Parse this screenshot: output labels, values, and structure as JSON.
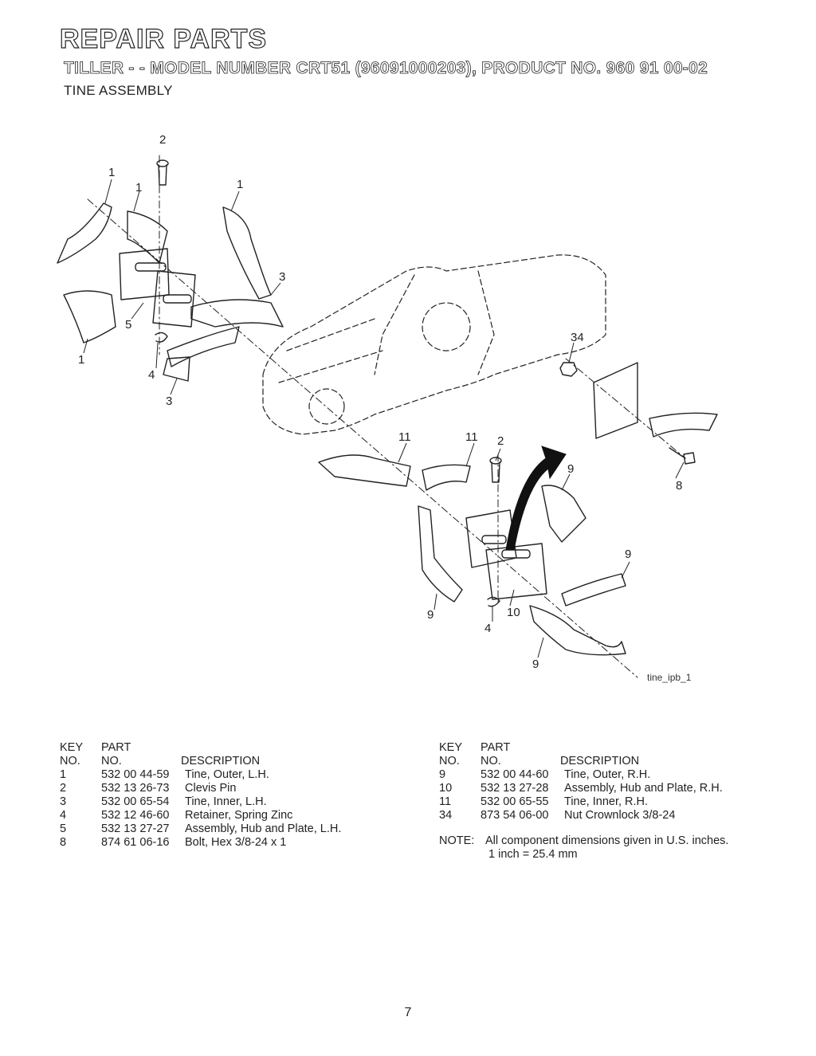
{
  "header": {
    "title": "REPAIR PARTS",
    "subtitle": "TILLER - - MODEL NUMBER CRT51 (96091000203), PRODUCT NO. 960 91 00-02",
    "section": "TINE ASSEMBLY"
  },
  "diagram": {
    "figure_id": "tine_ipb_1",
    "callouts": [
      "2",
      "1",
      "1",
      "1",
      "3",
      "5",
      "1",
      "4",
      "3",
      "34",
      "8",
      "11",
      "11",
      "2",
      "9",
      "9",
      "9",
      "10",
      "4",
      "9"
    ]
  },
  "table_headers": {
    "key_line1": "KEY",
    "part_line1": "PART",
    "key_line2": "NO.",
    "part_line2": "NO.",
    "description": "DESCRIPTION"
  },
  "parts_left": [
    {
      "key": "1",
      "part": "532 00 44-59",
      "description": "Tine, Outer, L.H."
    },
    {
      "key": "2",
      "part": "532 13 26-73",
      "description": "Clevis Pin"
    },
    {
      "key": "3",
      "part": "532 00 65-54",
      "description": "Tine, Inner, L.H."
    },
    {
      "key": "4",
      "part": "532 12 46-60",
      "description": "Retainer, Spring Zinc"
    },
    {
      "key": "5",
      "part": "532 13 27-27",
      "description": "Assembly, Hub and Plate, L.H."
    },
    {
      "key": "8",
      "part": "874 61 06-16",
      "description": "Bolt, Hex 3/8-24 x 1"
    }
  ],
  "parts_right": [
    {
      "key": "9",
      "part": "532 00 44-60",
      "description": "Tine, Outer, R.H."
    },
    {
      "key": "10",
      "part": "532 13 27-28",
      "description": "Assembly, Hub and Plate, R.H."
    },
    {
      "key": "11",
      "part": "532 00 65-55",
      "description": "Tine, Inner, R.H."
    },
    {
      "key": "34",
      "part": "873 54 06-00",
      "description": "Nut Crownlock 3/8-24"
    }
  ],
  "note": {
    "label": "NOTE:",
    "line1": "All component dimensions given in U.S. inches.",
    "line2": "1 inch = 25.4 mm"
  },
  "page_number": "7"
}
